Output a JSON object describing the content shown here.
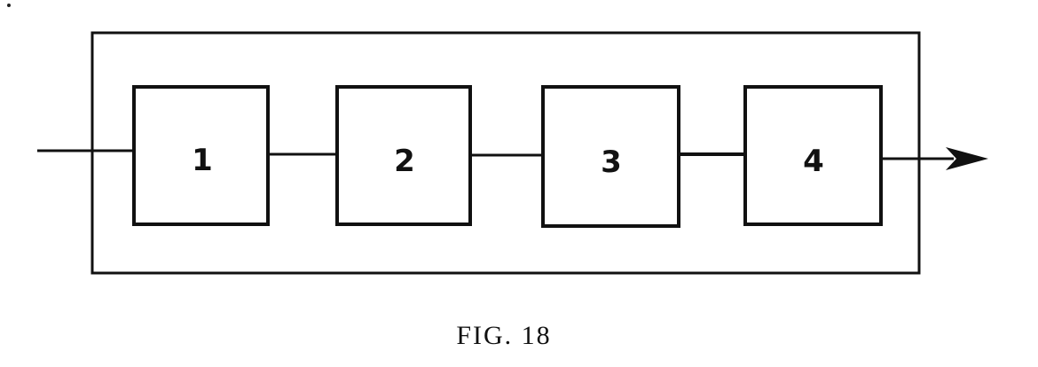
{
  "diagram": {
    "blocks": [
      {
        "label": "1"
      },
      {
        "label": "2"
      },
      {
        "label": "3"
      },
      {
        "label": "4"
      }
    ],
    "caption": "FIG. 18"
  }
}
